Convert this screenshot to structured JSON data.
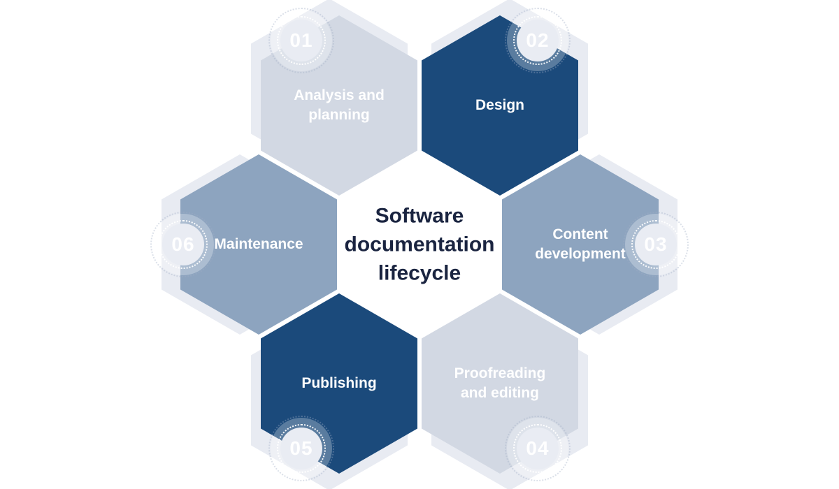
{
  "diagram": {
    "title": "Software\ndocumentation\nlifecycle",
    "palette": {
      "dark_navy": "#1b4a7b",
      "medium_blue_gray": "#8da4bf",
      "light_blue_gray": "#d2d8e3",
      "backing_hex": "#e8ebf2",
      "badge_background": "#e9ecf3",
      "label_text": "#ffffff",
      "number_text": "#ffffff",
      "title_text": "#1a2440",
      "page_background": "#ffffff"
    },
    "items": [
      {
        "number": "01",
        "label": "Analysis and\nplanning",
        "color": "#d2d8e3"
      },
      {
        "number": "02",
        "label": "Design",
        "color": "#1b4a7b"
      },
      {
        "number": "03",
        "label": "Content\ndevelopment",
        "color": "#8da4bf"
      },
      {
        "number": "04",
        "label": "Proofreading\nand editing",
        "color": "#d2d8e3"
      },
      {
        "number": "05",
        "label": "Publishing",
        "color": "#1b4a7b"
      },
      {
        "number": "06",
        "label": "Maintenance",
        "color": "#8da4bf"
      }
    ]
  }
}
